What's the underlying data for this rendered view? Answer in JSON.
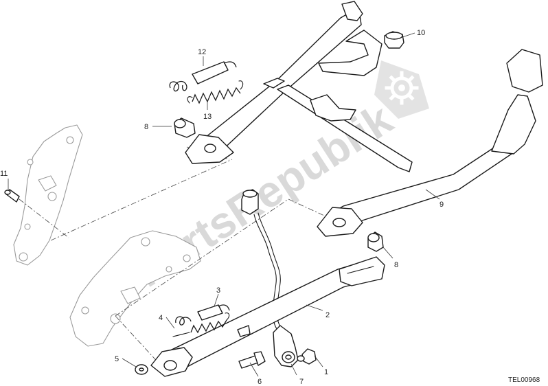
{
  "watermark": {
    "text": "PartsRepublik",
    "logo_icon": "gear-icon"
  },
  "drawing_code": "TEL00968",
  "callouts": [
    {
      "id": "c1",
      "label": "1"
    },
    {
      "id": "c2",
      "label": "2"
    },
    {
      "id": "c3",
      "label": "3"
    },
    {
      "id": "c4",
      "label": "4"
    },
    {
      "id": "c5",
      "label": "5"
    },
    {
      "id": "c6",
      "label": "6"
    },
    {
      "id": "c7",
      "label": "7"
    },
    {
      "id": "c8a",
      "label": "8"
    },
    {
      "id": "c8b",
      "label": "8"
    },
    {
      "id": "c9",
      "label": "9"
    },
    {
      "id": "c10",
      "label": "10"
    },
    {
      "id": "c11",
      "label": "11"
    },
    {
      "id": "c12",
      "label": "12"
    },
    {
      "id": "c13",
      "label": "13"
    }
  ]
}
